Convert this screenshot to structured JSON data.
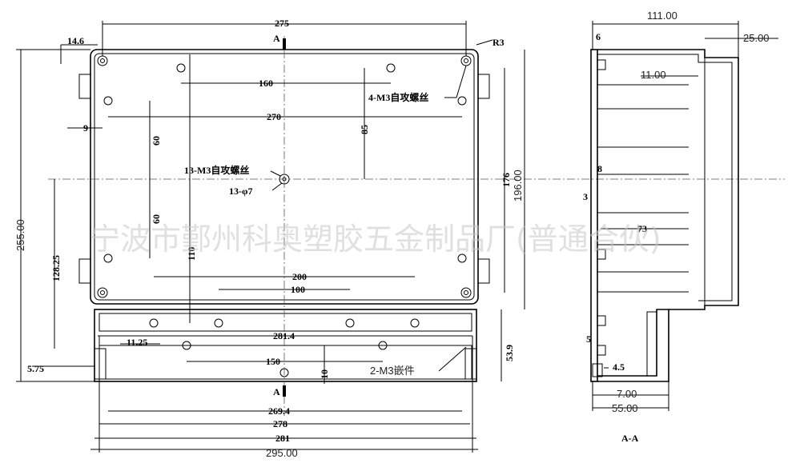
{
  "front_view": {
    "dims": {
      "w275": "275",
      "w160": "160",
      "w270": "270",
      "w200": "200",
      "w100": "100",
      "w281_4": "281.4",
      "w150": "150",
      "w269_4": "269.4",
      "w278": "278",
      "w281": "281",
      "w295": "295.00",
      "h255": "255.00",
      "h196": "196.00",
      "h176": "176",
      "h85": "85",
      "h60a": "60",
      "h60b": "60",
      "h110": "110",
      "h128_25": "128.25",
      "h53_9": "53.9",
      "h10": "10",
      "d14_6": "14.6",
      "d9": "9",
      "d11_25": "11.25",
      "d5_75": "5.75",
      "r3": "R3",
      "sec_mark": "A"
    },
    "notes": {
      "screws_4": "4-M3自攻螺丝",
      "screws_13": "13-M3自攻螺丝",
      "holes_13": "13-φ7",
      "inserts_2": "2-M3嵌件"
    }
  },
  "section_view": {
    "dims": {
      "w111": "111.00",
      "d25": "25.00",
      "d6": "6",
      "d11": "11.00",
      "d8": "8",
      "d3": "3",
      "d73": "73",
      "d5": "5",
      "d4_5": "4.5",
      "d7": "7.00",
      "d55": "55.00"
    },
    "label": "A-A"
  },
  "watermark": "宁波市鄞州科奥塑胶五金制品厂(普通合伙)"
}
